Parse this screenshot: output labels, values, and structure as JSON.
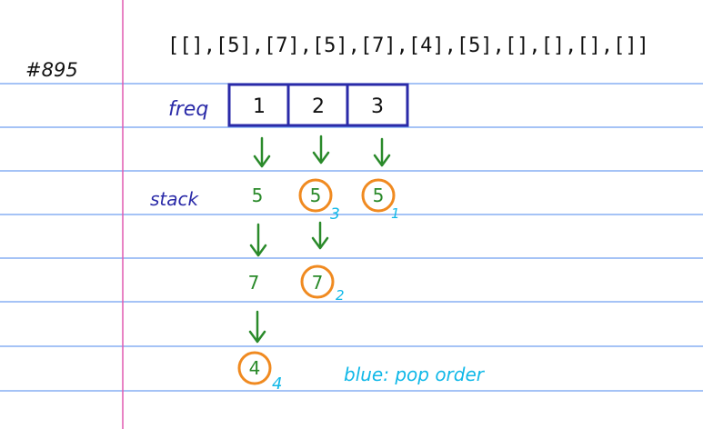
{
  "problem_number": "#895",
  "input_sequence": "[[],[5],[7],[5],[7],[4],[5],[],[],[],[]]",
  "freq_label": "freq",
  "stack_label": "stack",
  "freq_cells": [
    "1",
    "2",
    "3"
  ],
  "stack_values": {
    "f1_row1": "5",
    "f1_row2": "7",
    "f1_row3": "4",
    "f2_row1": "5",
    "f2_row2": "7",
    "f3_row1": "5"
  },
  "pop_order": {
    "f3_row1": "1",
    "f2_row2": "2",
    "f2_row1": "3",
    "f1_row3": "4"
  },
  "legend": "blue: pop order",
  "colors": {
    "rule_line": "#6f9ff0",
    "margin_line": "#e05ab0",
    "box_border": "#2a2aa8",
    "label_blue": "#2a2aa8",
    "value_green": "#2a8a2a",
    "circle_orange": "#f08a20",
    "pop_cyan": "#10b8e8",
    "ink": "#111111"
  }
}
